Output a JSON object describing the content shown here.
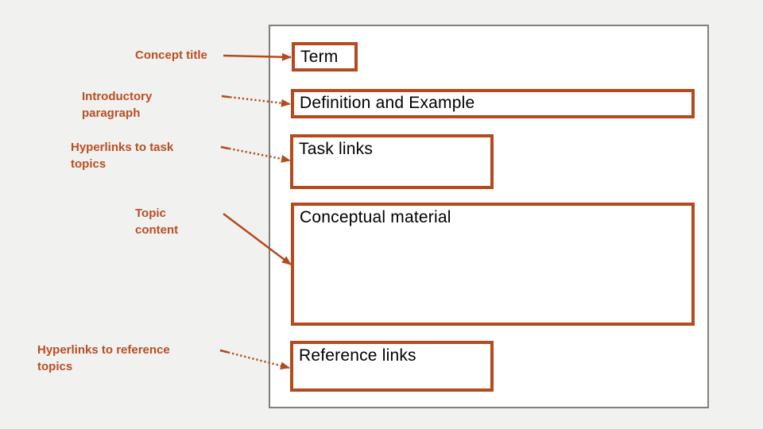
{
  "colors": {
    "background": "#F1F1EF",
    "accent": "#B54A1D",
    "label_text": "#BA4E22",
    "frame_border": "#7F7F7F",
    "box_fill": "#FFFFFF",
    "box_text": "#000000"
  },
  "boxes": {
    "term": "Term",
    "definition": "Definition and Example",
    "task": "Task links",
    "conceptual": "Conceptual material",
    "reference": "Reference links"
  },
  "labels": {
    "concept_title": "Concept title",
    "introductory": "Introductory paragraph",
    "task_links": "Hyperlinks to task topics",
    "topic_content": "Topic content",
    "reference_links": "Hyperlinks to reference topics"
  },
  "connectors": [
    {
      "from": "Concept title",
      "to": "Term",
      "style": "solid"
    },
    {
      "from": "Introductory paragraph",
      "to": "Definition and Example",
      "style": "dotted"
    },
    {
      "from": "Hyperlinks to task topics",
      "to": "Task links",
      "style": "dotted"
    },
    {
      "from": "Topic content",
      "to": "Conceptual material",
      "style": "solid"
    },
    {
      "from": "Hyperlinks to reference topics",
      "to": "Reference links",
      "style": "dotted"
    }
  ]
}
